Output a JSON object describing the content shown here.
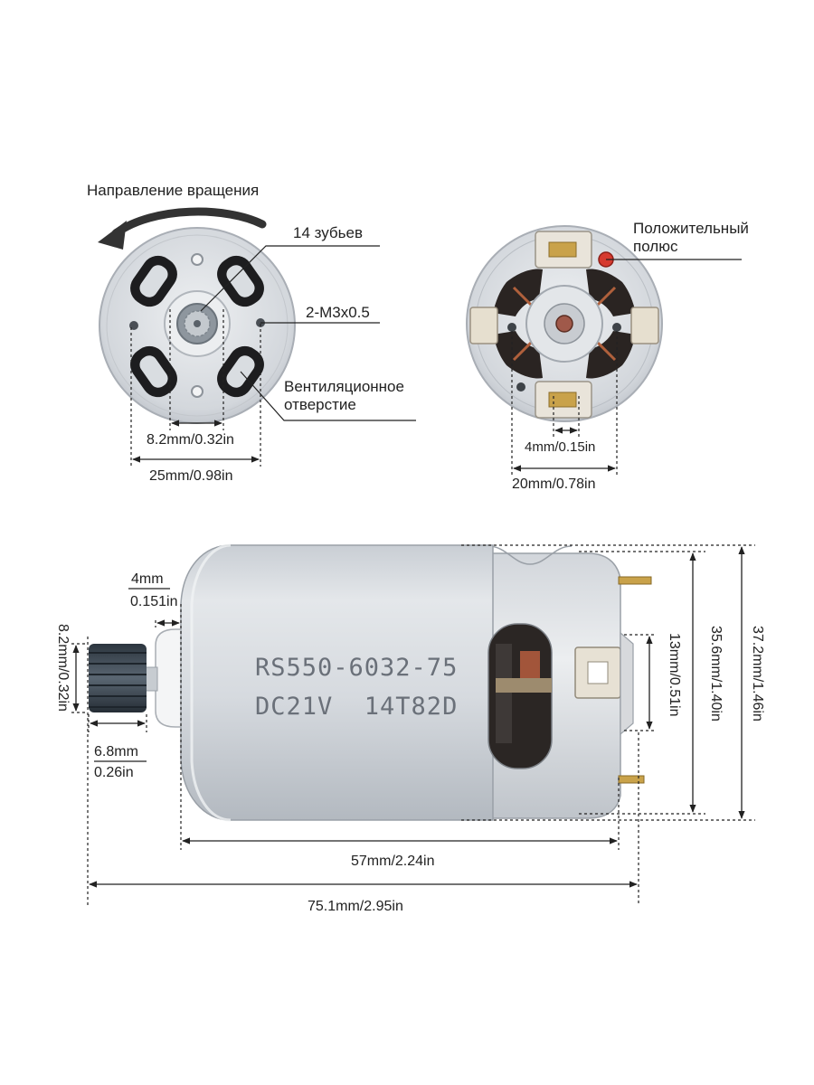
{
  "front_view": {
    "rotation_label": "Направление вращения",
    "teeth_label": "14 зубьев",
    "screw_label": "2-M3x0.5",
    "vent_label_line1": "Вентиляционное",
    "vent_label_line2": "отверстие",
    "dim_shaft": "8.2mm/0.32in",
    "dim_mount": "25mm/0.98in"
  },
  "rear_view": {
    "pole_label_line1": "Положительный",
    "pole_label_line2": "полюс",
    "dim_inner": "4mm/0.15in",
    "dim_outer": "20mm/0.78in"
  },
  "side_view": {
    "model_line1": "RS550-6032-75",
    "model_line2": "DC21V  14T82D",
    "dim_boss_len_mm": "4mm",
    "dim_boss_len_in": "0.151in",
    "dim_gear_dia": "8.2mm/0.32in",
    "dim_gear_len_mm": "6.8mm",
    "dim_gear_len_in": "0.26in",
    "dim_body_len": "57mm/2.24in",
    "dim_total_len": "75.1mm/2.95in",
    "dim_window": "13mm/0.51in",
    "dim_body_dia": "35.6mm/1.40in",
    "dim_max_dia": "37.2mm/1.46in"
  },
  "colors": {
    "housing": "#d5d9de",
    "housing_dark": "#aeb4bb",
    "gear": "#3e4a55",
    "terminal": "#c9a24a",
    "brush": "#a2553a",
    "dim_line": "#222222"
  }
}
